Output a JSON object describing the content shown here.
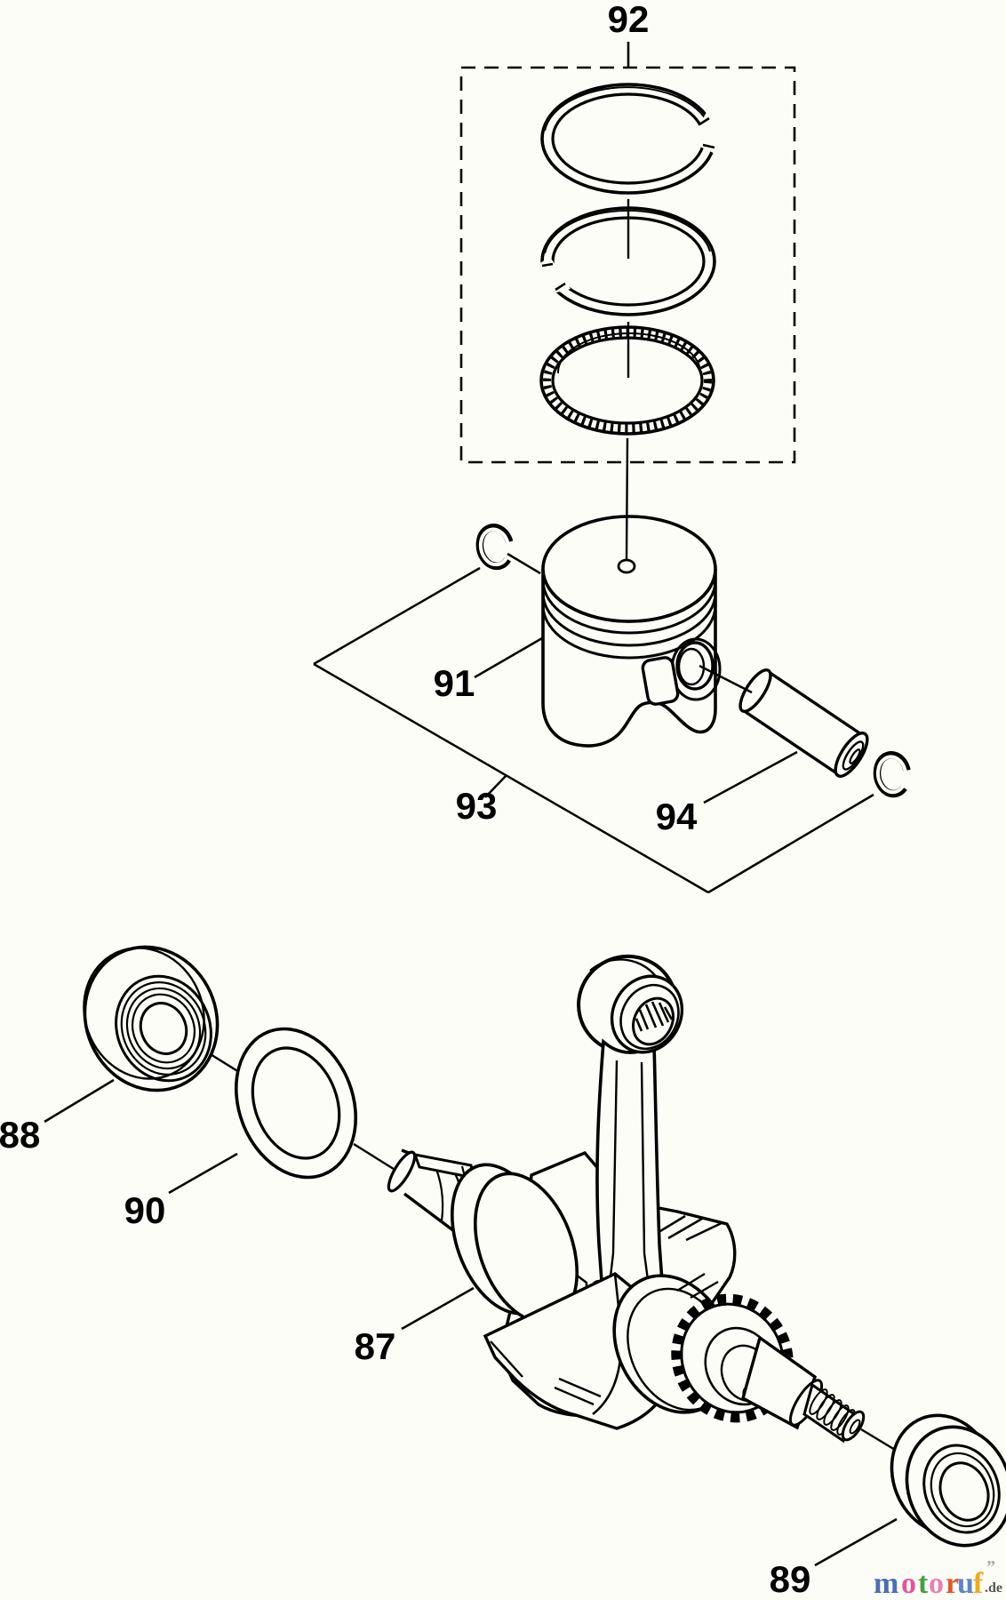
{
  "diagram": {
    "type": "exploded-parts-diagram",
    "background": "#fdfdf7",
    "line_color": "#000000",
    "labels": {
      "n92": "92",
      "n91": "91",
      "n93": "93",
      "n94": "94",
      "n88": "88",
      "n90": "90",
      "n87": "87",
      "n89": "89"
    },
    "watermark": {
      "letters": [
        {
          "ch": "m",
          "color": "#4a6fb5"
        },
        {
          "ch": "o",
          "color": "#e0559f"
        },
        {
          "ch": "t",
          "color": "#43a048"
        },
        {
          "ch": "o",
          "color": "#ee7db4"
        },
        {
          "ch": "r",
          "color": "#e8542a"
        },
        {
          "ch": "u",
          "color": "#5b84cc"
        },
        {
          "ch": "f",
          "color": "#f2a918"
        }
      ],
      "mark": "”",
      "mark_color": "#a8a8a8",
      "suffix": ".de",
      "suffix_color": "#555555"
    }
  }
}
